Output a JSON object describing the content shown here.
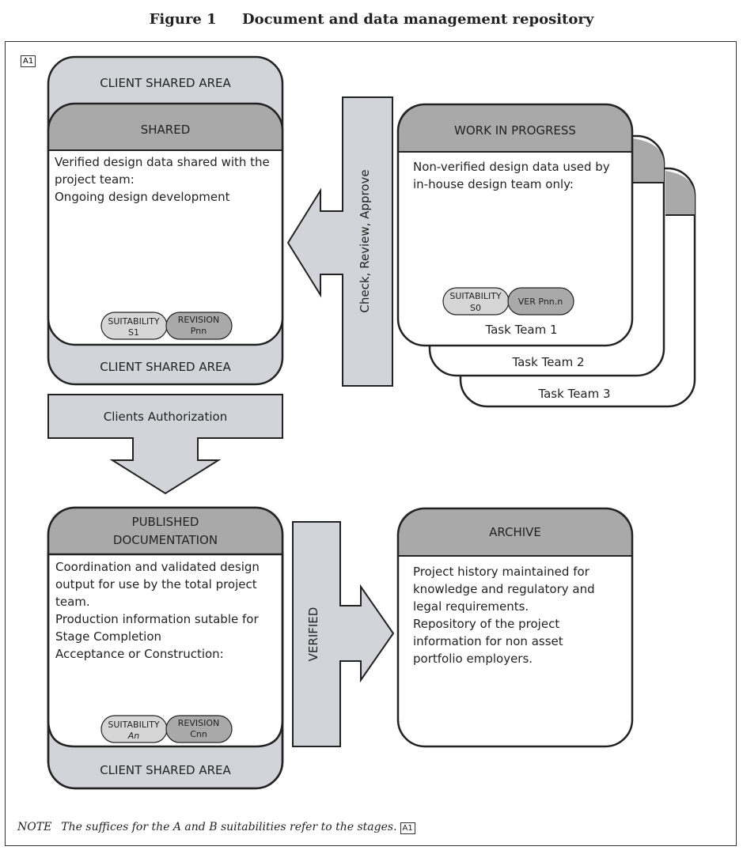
{
  "figure": {
    "number": "Figure 1",
    "title": "Document and data management repository"
  },
  "amendment_marker": "A1",
  "client_shared_area": {
    "top_label": "CLIENT SHARED AREA",
    "bottom_label": "CLIENT SHARED AREA"
  },
  "shared": {
    "header": "SHARED",
    "lines": [
      "Verified design data shared with the",
      "project team:",
      "Ongoing design development"
    ],
    "suitability_label": "SUITABILITY",
    "suitability_value": "S1",
    "revision_label": "REVISION",
    "revision_value": "Pnn"
  },
  "check_arrow_label": "Check, Review, Approve",
  "work_in_progress": {
    "header": "WORK IN PROGRESS",
    "lines": [
      "Non-verified design data used by",
      "in-house design team only:"
    ],
    "suitability_label": "SUITABILITY",
    "suitability_value": "S0",
    "version_label": "VER Pnn.n",
    "teams": [
      "Task Team 1",
      "Task Team 2",
      "Task Team 3"
    ]
  },
  "clients_authorization_label": "Clients Authorization",
  "published": {
    "header_line1": "PUBLISHED",
    "header_line2": "DOCUMENTATION",
    "lines": [
      "Coordination and validated design",
      "output for use by the total project",
      "team.",
      "Production information sutable for",
      "Stage Completion",
      "Acceptance or Construction:"
    ],
    "suitability_label": "SUITABILITY",
    "suitability_value": "An",
    "revision_label": "REVISION",
    "revision_value": "Cnn",
    "client_shared_area_label": "CLIENT SHARED AREA"
  },
  "verified_label": "VERIFIED",
  "archive": {
    "header": "ARCHIVE",
    "lines": [
      "Project history maintained for",
      "knowledge and regulatory and",
      "legal requirements.",
      "Repository of the project",
      "information for non asset",
      "portfolio employers."
    ]
  },
  "note": {
    "label": "NOTE",
    "text": "The suffices for the A and B suitabilities refer to the stages."
  }
}
